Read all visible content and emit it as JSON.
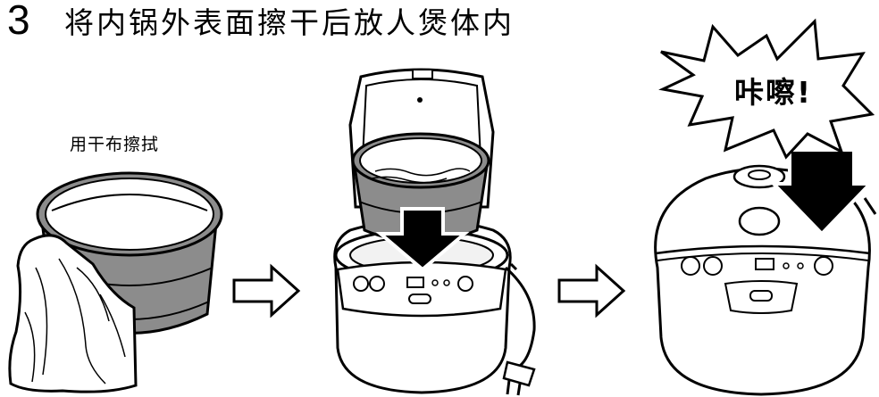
{
  "step": {
    "number": "3",
    "title": "将内锅外表面擦干后放人煲体内"
  },
  "panels": {
    "wipe": {
      "caption": "用干布擦拭"
    },
    "insert": {},
    "close": {
      "sound_text": "咔嚓!"
    }
  },
  "icons": [
    "right-arrow-icon",
    "down-arrow-icon",
    "starburst-icon",
    "power-plug-icon"
  ],
  "colors": {
    "ink": "#000000",
    "pot_gray": "#8c8c8c",
    "arrow_fill": "#000000",
    "background": "#ffffff"
  }
}
